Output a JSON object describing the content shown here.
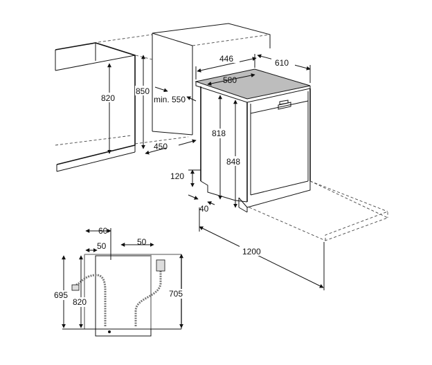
{
  "main_view": {
    "dimensions": {
      "width_446": "446",
      "depth_610": "610",
      "top_580": "580",
      "niche_height_850": "850",
      "cabinet_height_820": "820",
      "min_depth": "min. 550",
      "niche_width_450": "450",
      "body_height_818": "818",
      "total_height_848": "848",
      "plinth_120": "120",
      "plinth_depth_40": "40",
      "door_open_1200": "1200"
    }
  },
  "detail_view": {
    "dimensions": {
      "offset_60": "60",
      "hose_left_50": "50",
      "hose_right_50": "50",
      "height_695": "695",
      "height_820": "820",
      "height_705": "705"
    }
  },
  "colors": {
    "line": "#111111",
    "top_surface": "#bdbdbd",
    "frame": "#8a8a8a"
  }
}
